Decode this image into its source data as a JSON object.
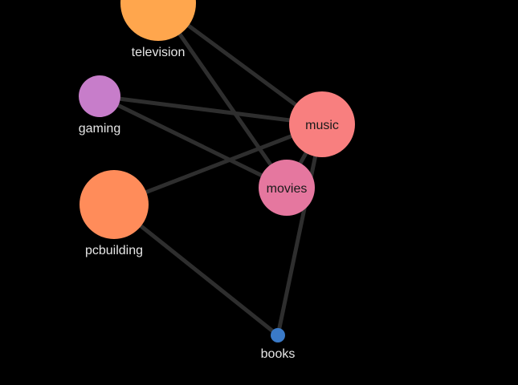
{
  "graph": {
    "background": "#000000",
    "edge_color": "#2e2e2e",
    "nodes": [
      {
        "id": "television",
        "label": "television",
        "color": "#ffa64d"
      },
      {
        "id": "gaming",
        "label": "gaming",
        "color": "#c77dca"
      },
      {
        "id": "music",
        "label": "music",
        "color": "#f87f7f"
      },
      {
        "id": "movies",
        "label": "movies",
        "color": "#e5779f"
      },
      {
        "id": "pcbuilding",
        "label": "pcbuilding",
        "color": "#ff8c5a"
      },
      {
        "id": "books",
        "label": "books",
        "color": "#3a7ac8"
      }
    ],
    "edges": [
      {
        "source": "television",
        "target": "music"
      },
      {
        "source": "television",
        "target": "movies"
      },
      {
        "source": "gaming",
        "target": "music"
      },
      {
        "source": "gaming",
        "target": "movies"
      },
      {
        "source": "pcbuilding",
        "target": "music"
      },
      {
        "source": "pcbuilding",
        "target": "books"
      },
      {
        "source": "music",
        "target": "movies"
      },
      {
        "source": "music",
        "target": "books"
      }
    ]
  }
}
